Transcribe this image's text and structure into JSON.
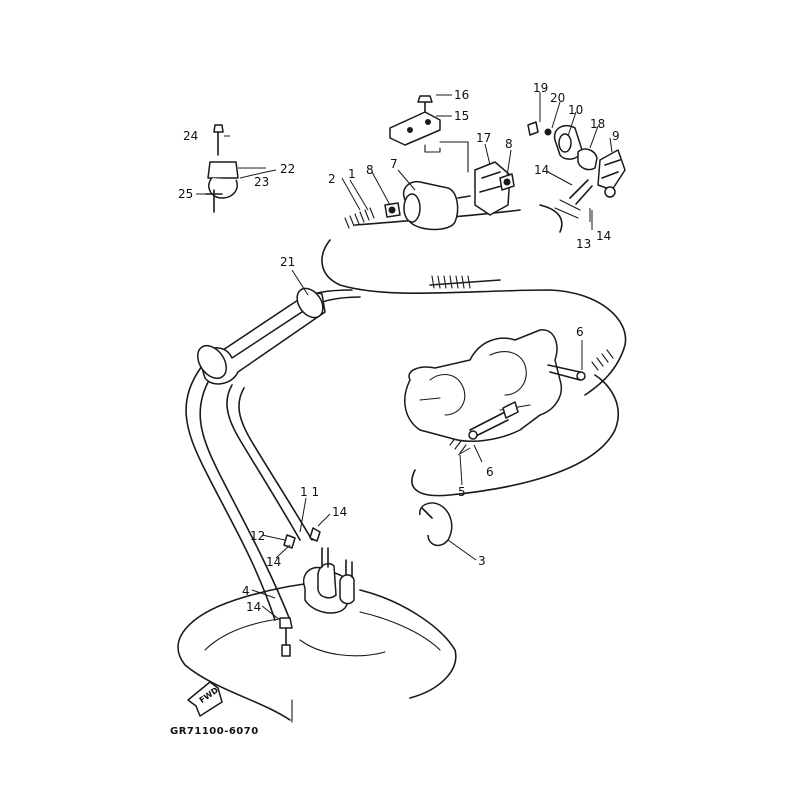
{
  "callouts": {
    "c1": "1",
    "c2": "2",
    "c3": "3",
    "c4": "4",
    "c5": "5",
    "c6a": "6",
    "c6b": "6",
    "c7": "7",
    "c8a": "8",
    "c8b": "8",
    "c9": "9",
    "c10": "10",
    "c11": "1 1",
    "c12": "12",
    "c13": "13",
    "c14a": "14",
    "c14b": "14",
    "c14c": "14",
    "c14d": "14",
    "c14e": "14",
    "c15": "15",
    "c16": "16",
    "c17": "17",
    "c18": "18",
    "c19": "19",
    "c20": "20",
    "c21": "21",
    "c22": "22",
    "c23": "23",
    "c24": "24",
    "c25": "25"
  },
  "fwd_label": "FWD",
  "diagram_code": "GR71100-6070",
  "colors": {
    "ink": "#1a1a1a",
    "paper": "#ffffff"
  }
}
